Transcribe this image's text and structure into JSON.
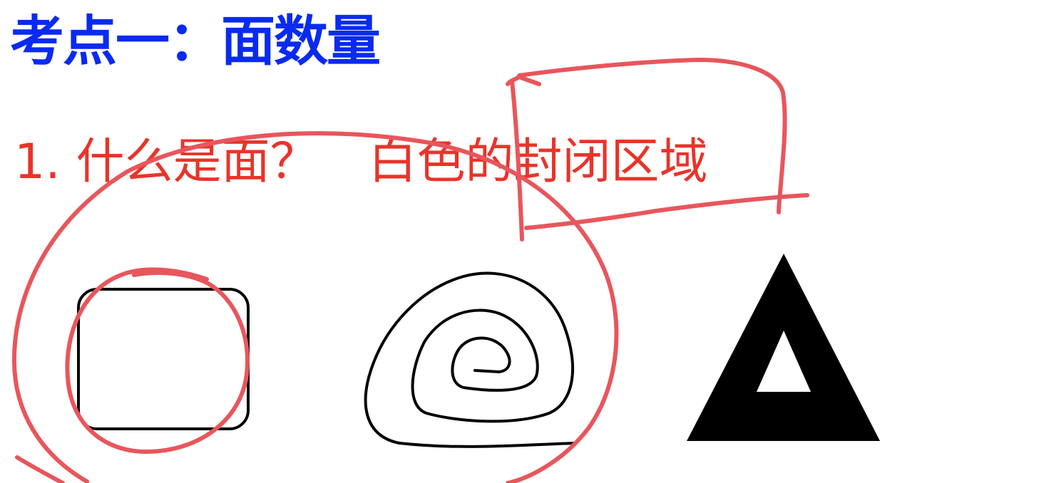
{
  "slide": {
    "title": "考点一：面数量",
    "subtitle_question": "1. 什么是面？",
    "subtitle_answer": "白色的封闭区域"
  },
  "colors": {
    "title": "#0a2bef",
    "subtitle": "#e8342a",
    "annotation": "#e8565c",
    "shape": "#000000"
  },
  "figures": [
    {
      "name": "rounded-rectangle-outline"
    },
    {
      "name": "spiral-line"
    },
    {
      "name": "hollow-triangle"
    }
  ]
}
